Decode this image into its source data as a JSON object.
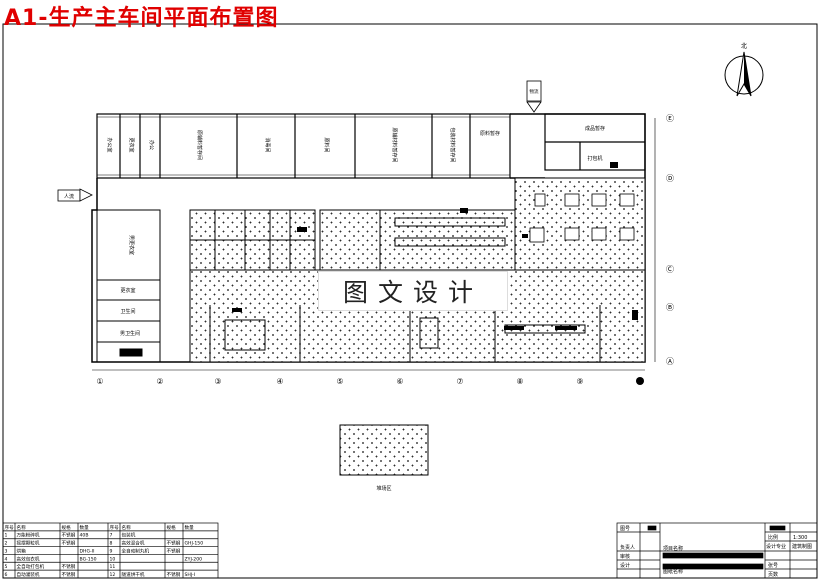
{
  "title": "A1-生产主车间平面布置图",
  "watermark": "图文设计",
  "compass_label": "北",
  "entrances": {
    "people": "人流",
    "goods": "物流"
  },
  "top_rooms": [
    "办公室",
    "更衣室",
    "办公",
    "原辅料暂存间",
    "消毒间",
    "原料间",
    "原辅材料暂存间",
    "包装材料暂存间",
    "原料暂存",
    "成品暂存"
  ],
  "right_room_label": "打包机",
  "left_room_labels": [
    "更衣室",
    "卫生间",
    "男卫生间",
    "男更衣室"
  ],
  "remote_area_label": "堆场区",
  "column_labels": [
    "①",
    "②",
    "③",
    "④",
    "⑤",
    "⑥",
    "⑦",
    "⑧",
    "⑨"
  ],
  "row_labels": [
    "Ⓔ",
    "Ⓓ",
    "Ⓒ",
    "Ⓑ",
    "Ⓐ"
  ],
  "equipment_table": {
    "headers": [
      "序号",
      "名称",
      "规格",
      "数量",
      "序号",
      "名称",
      "规格",
      "数量"
    ],
    "rows": [
      [
        "1",
        "万能粉碎机",
        "不锈钢",
        "40B",
        "7",
        "包装机",
        "",
        ""
      ],
      [
        "2",
        "摇摆颗粒机",
        "不锈钢",
        "",
        "8",
        "高效混合机",
        "不锈钢",
        "GHJ-150"
      ],
      [
        "3",
        "烘箱",
        "",
        "DHG-II",
        "9",
        "全自动制丸机",
        "不锈钢",
        ""
      ],
      [
        "4",
        "高效包衣机",
        "",
        "BG-150",
        "10",
        "",
        "",
        "ZYJ-200"
      ],
      [
        "5",
        "全自动打包机",
        "不锈钢",
        "",
        "11",
        "",
        "",
        ""
      ],
      [
        "6",
        "自动灌装机",
        "不锈钢",
        "",
        "12",
        "隧道烘干机",
        "不锈钢",
        "SHJ-I"
      ]
    ]
  },
  "title_block": {
    "fig_no_label": "图号",
    "scale_label": "比例",
    "scale_value": "1:300",
    "project_label": "项目名称",
    "drawing_label": "图纸名称",
    "design_label": "设计",
    "check_label": "审核",
    "leader_label": "负责人",
    "major_label": "专业",
    "major_value": "设计专业",
    "major_value2": "建筑制图",
    "sheet_label": "张号",
    "page_label": "页数"
  }
}
